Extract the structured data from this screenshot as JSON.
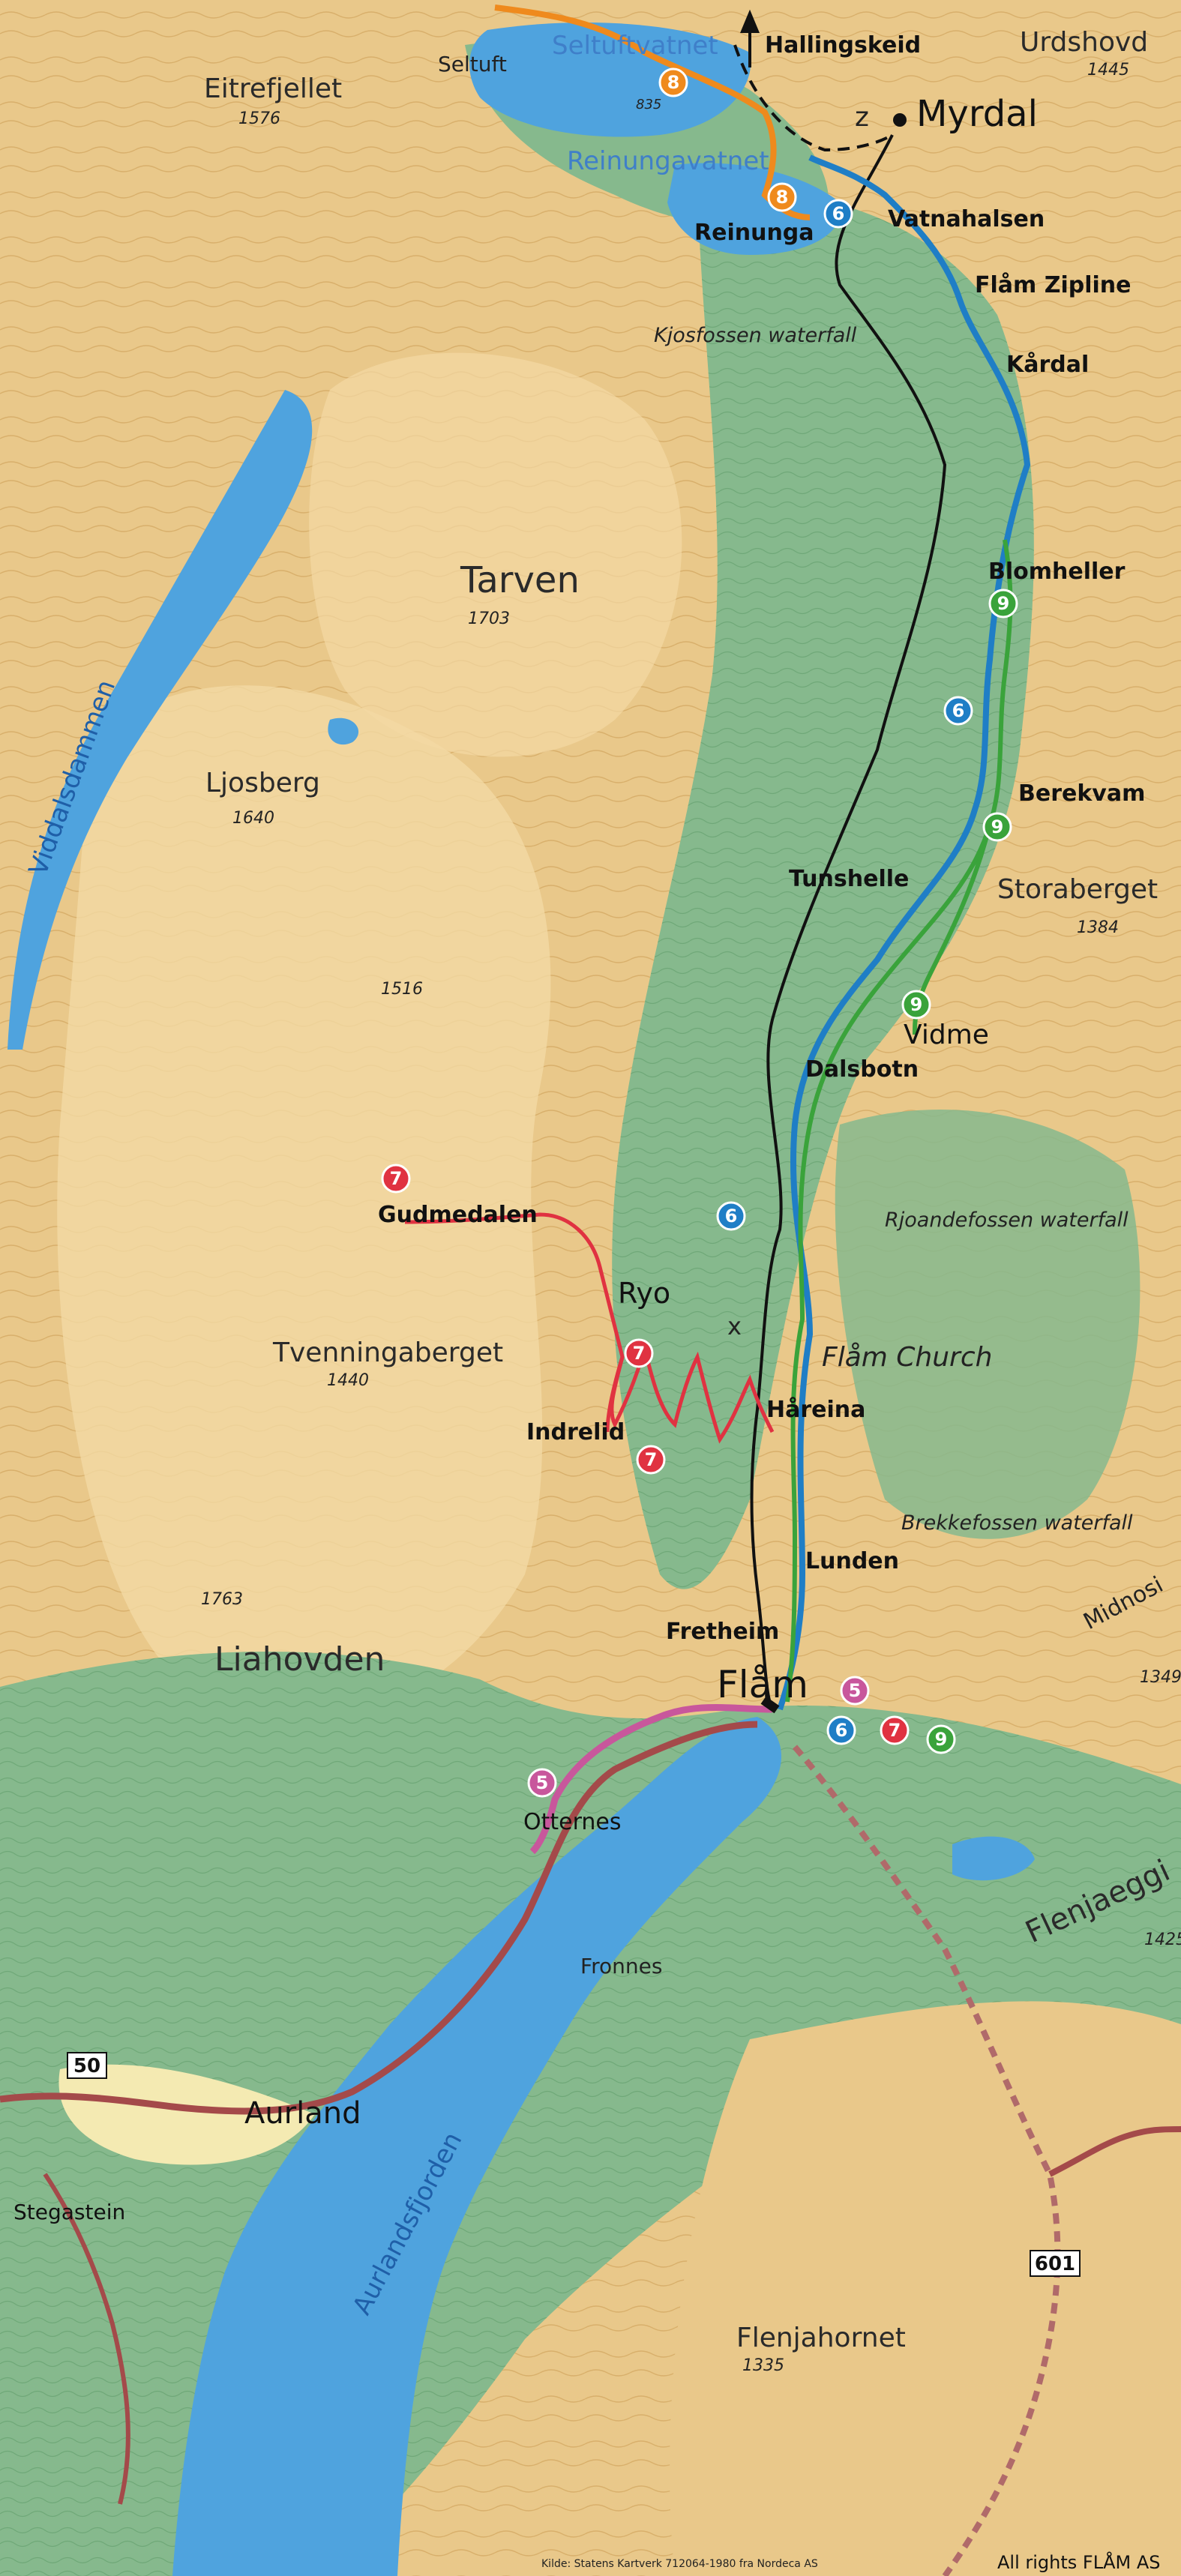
{
  "map": {
    "north_arrow_label": "Hallingskeid",
    "credit": "Kilde: Statens Kartverk 712064-1980 fra Nordeca AS",
    "rights": "All rights FLÅM AS",
    "places": {
      "eitrefjellet": "Eitrefjellet",
      "eitrefjellet_elev": "1576",
      "seltuft": "Seltuft",
      "seltuftvatnet": "Seltuftvatnet",
      "elev_835": "835",
      "urdshovd": "Urdshovd",
      "urdshovd_elev": "1445",
      "myrdal": "Myrdal",
      "z_marker": "z",
      "reinungavatnet": "Reinungavatnet",
      "reinunga": "Reinunga",
      "vatnahalsen": "Vatnahalsen",
      "flam_zipline": "Flåm Zipline",
      "kjosfossen": "Kjosfossen waterfall",
      "kardal": "Kårdal",
      "tarven": "Tarven",
      "tarven_elev": "1703",
      "blomheller": "Blomheller",
      "viddalsdammen": "Viddalsdammen",
      "ljosberg": "Ljosberg",
      "ljosberg_elev": "1640",
      "berekvam": "Berekvam",
      "tunshelle": "Tunshelle",
      "storaberget": "Storaberget",
      "storaberget_elev": "1384",
      "elev_1516": "1516",
      "vidme": "Vidme",
      "dalsbotn": "Dalsbotn",
      "gudmedalen": "Gudmedalen",
      "rjoandefossen": "Rjoandefossen waterfall",
      "ryo": "Ryo",
      "x_marker": "x",
      "flam_church": "Flåm Church",
      "tvenningaberget": "Tvenningaberget",
      "tvenningaberget_elev": "1440",
      "indrelid": "Indrelid",
      "hareina": "Håreina",
      "brekkefossen": "Brekkefossen waterfall",
      "lunden": "Lunden",
      "midnosi": "Midnosi",
      "elev_1763": "1763",
      "liahovden": "Liahovden",
      "fretheim": "Fretheim",
      "elev_1349": "1349",
      "flam": "Flåm",
      "otternes": "Otternes",
      "flenjaeggi": "Flenjaeggi",
      "elev_1425": "1425",
      "fronnes": "Fronnes",
      "aurland": "Aurland",
      "stegastein": "Stegastein",
      "aurlandsfjorden": "Aurlandsfjorden",
      "flenjahornet": "Flenjahornet",
      "flenjahornet_elev": "1335"
    },
    "roads": {
      "r50": "50",
      "r601": "601"
    },
    "routes": {
      "r5": "5",
      "r6": "6",
      "r7": "7",
      "r8": "8",
      "r9": "9"
    },
    "colors": {
      "terrain": "#e9c88a",
      "forest": "#86b98d",
      "water": "#4fa3de",
      "route5": "#c8579c",
      "route6": "#1f7ec6",
      "route7": "#e03241",
      "route8": "#ef8a1d",
      "route9": "#3aa33b",
      "road": "#a44a4a",
      "railway": "#111111"
    }
  }
}
